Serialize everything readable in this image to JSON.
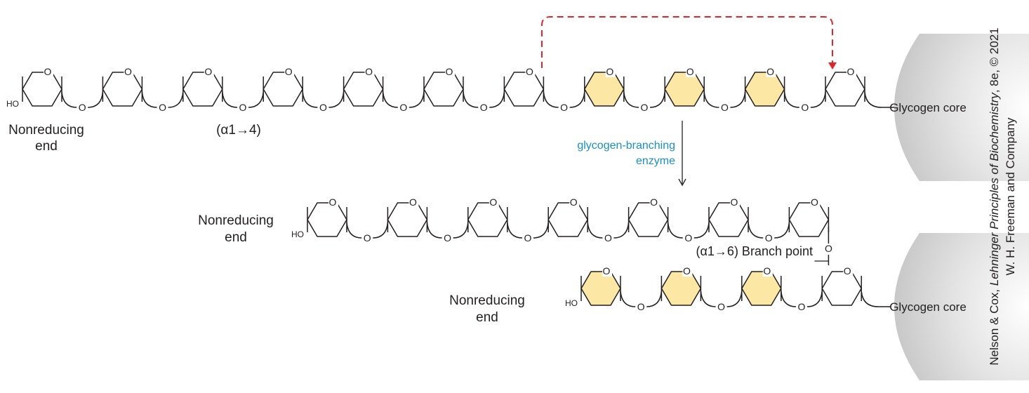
{
  "labels": {
    "nonreducing_end_line1": "Nonreducing",
    "nonreducing_end_line2": "end",
    "alpha14": "(α1→4)",
    "alpha16": "(α1→6) Branch point",
    "enzyme_line1": "glycogen-branching",
    "enzyme_line2": "enzyme",
    "glycogen_core": "Glycogen core",
    "ring_oxygen": "O",
    "glycosidic_oxygen": "O",
    "hydroxyl": "HO"
  },
  "credit": {
    "line1_prefix": "Nelson & Cox, ",
    "line1_title": "Lehninger Principles of Biochemistry",
    "line1_suffix": ", 8e, © 2021",
    "line2": "W. H. Freeman and Company"
  },
  "colors": {
    "ink": "#231f20",
    "highlight_fill": "#fce7a4",
    "enzyme_text": "#1a8fc4",
    "transfer_arrow": "#e0262c",
    "core_shade": "#d9d9d9"
  },
  "chains": [
    {
      "id": "top",
      "residues": [
        "plain",
        "plain",
        "plain",
        "plain",
        "plain",
        "plain",
        "plain",
        "highlight",
        "highlight",
        "highlight",
        "plain"
      ]
    },
    {
      "id": "branch",
      "residues": [
        "plain",
        "plain",
        "plain",
        "plain",
        "plain",
        "plain",
        "plain"
      ]
    },
    {
      "id": "bottom",
      "residues": [
        "highlight",
        "highlight",
        "highlight",
        "plain"
      ]
    }
  ]
}
